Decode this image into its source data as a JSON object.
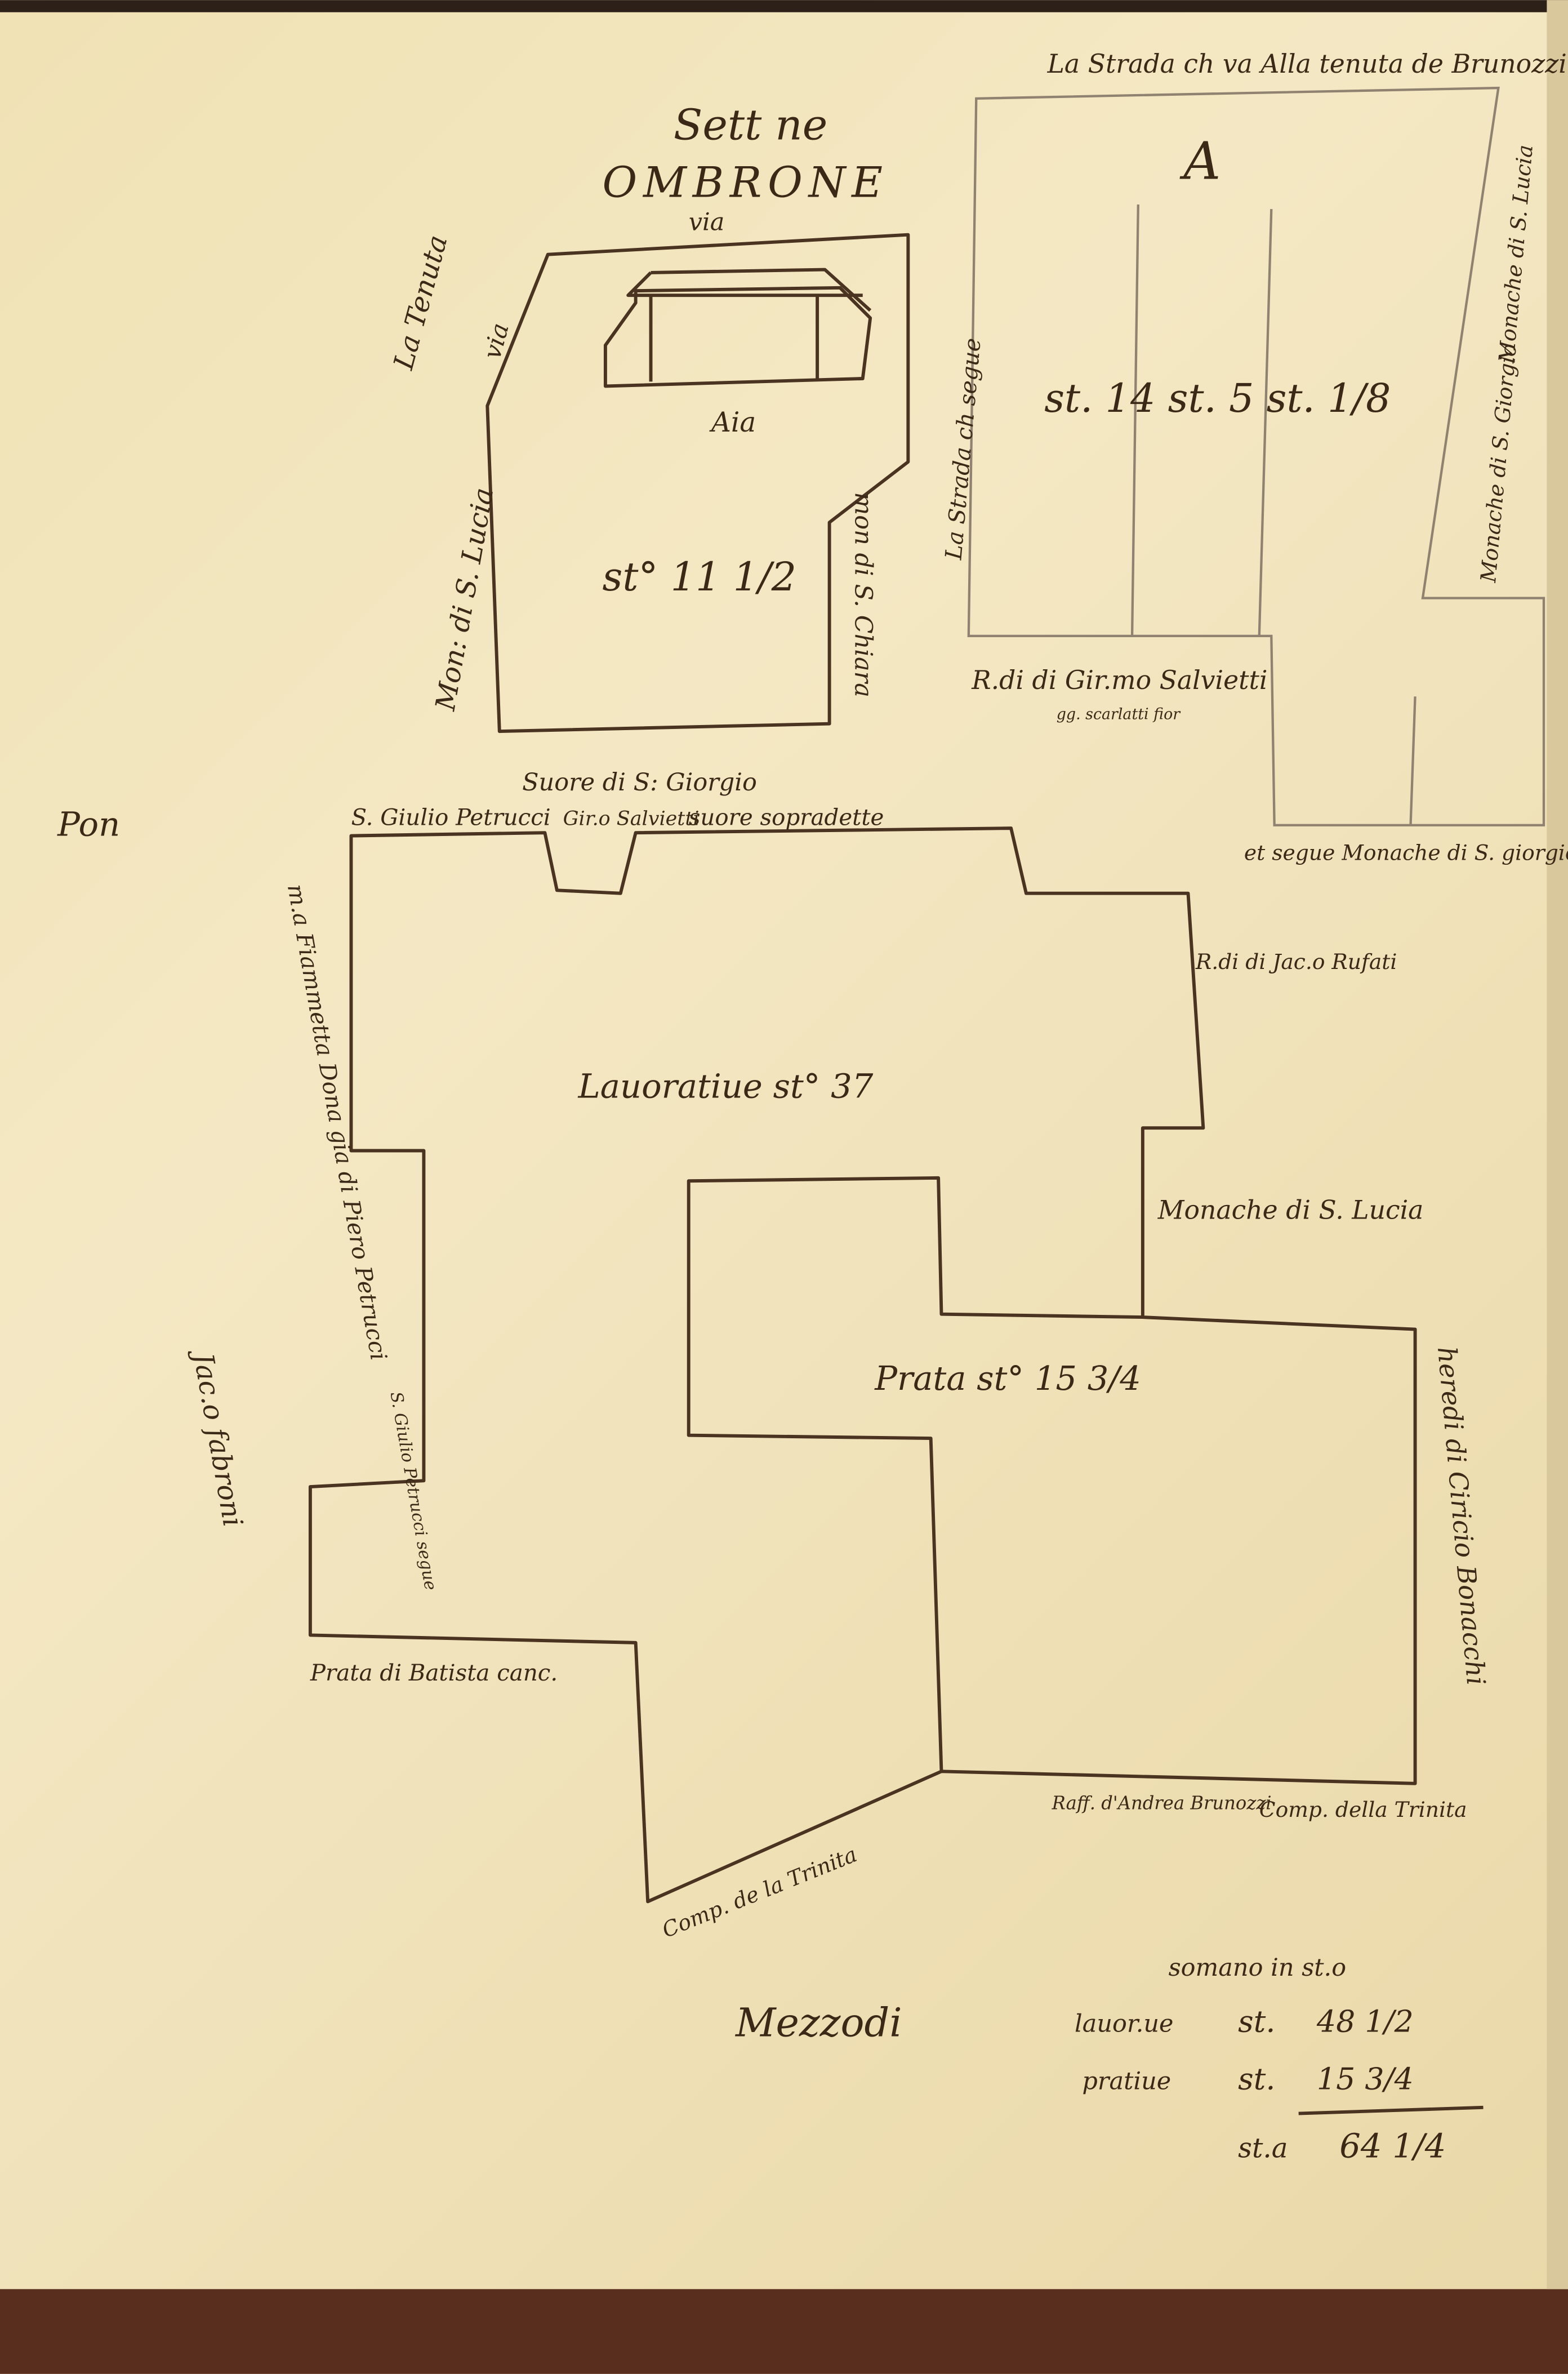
{
  "map": {
    "north_label": "Sett ne",
    "river": "OMBRONE",
    "parcel_letter": "A",
    "labels": {
      "via_top": "via",
      "via_left": "via",
      "la_tenuta": "La Tenuta",
      "aia": "Aia",
      "parcel1_area": "st° 11 1/2",
      "mon_santa_lucia": "Mon: di S. Lucia",
      "mon_santa_chiara": "mon di S. Chiara",
      "suore_sgiorgio": "Suore di S: Giorgio",
      "strada_seque": "La Strada ch segue",
      "strada_tenuta": "La Strada ch va Alla tenuta de Brunozzi",
      "parcelA_area": "st. 14 st. 5 st. 1/8",
      "monache_lucia_right": "Monache di S. Lucia",
      "monache_giorgio_right": "Monache di S. Giorgio",
      "salvietti": "R.di di Gir.mo Salvietti",
      "salvietti_sub": "gg. scarlatti fior",
      "seque_monache": "et segue Monache di S. giorgio",
      "pon": "Pon",
      "giulio_petrucci": "S. Giulio Petrucci",
      "gir_salvietti": "Gir.o Salvietti",
      "suore_sopradette": "suore sopradette",
      "fiammetta": "m.a Fiammetta Dona gia di Piero Petrucci",
      "jac_fabroni": "Jac.o fabroni",
      "giulio_petrucci_2": "S. Giulio Petrucci segue",
      "jac_rufati": "R.di di Jac.o Rufati",
      "lauoratiue": "Lauoratiue st° 37",
      "monache_lucia_mid": "Monache di S. Lucia",
      "prata": "Prata st° 15 3/4",
      "ciricio": "heredi di Ciricio Bonacchi",
      "prata_batista": "Prata di Batista canc.",
      "comp_trinita": "Comp. de la Trinita",
      "raff_bruno": "Raff. d'Andrea Brunozzi",
      "comp_della_trinita": "Comp. della Trinita",
      "mezzodi": "Mezzodi"
    },
    "summary": {
      "title": "somano in st.o",
      "rows": [
        {
          "label": "lauor.ue",
          "unit": "st.",
          "value": "48 1/2"
        },
        {
          "label": "pratiue",
          "unit": "st.",
          "value": "15 3/4"
        }
      ],
      "total_label": "st.a",
      "total_value": "64 1/4"
    }
  }
}
